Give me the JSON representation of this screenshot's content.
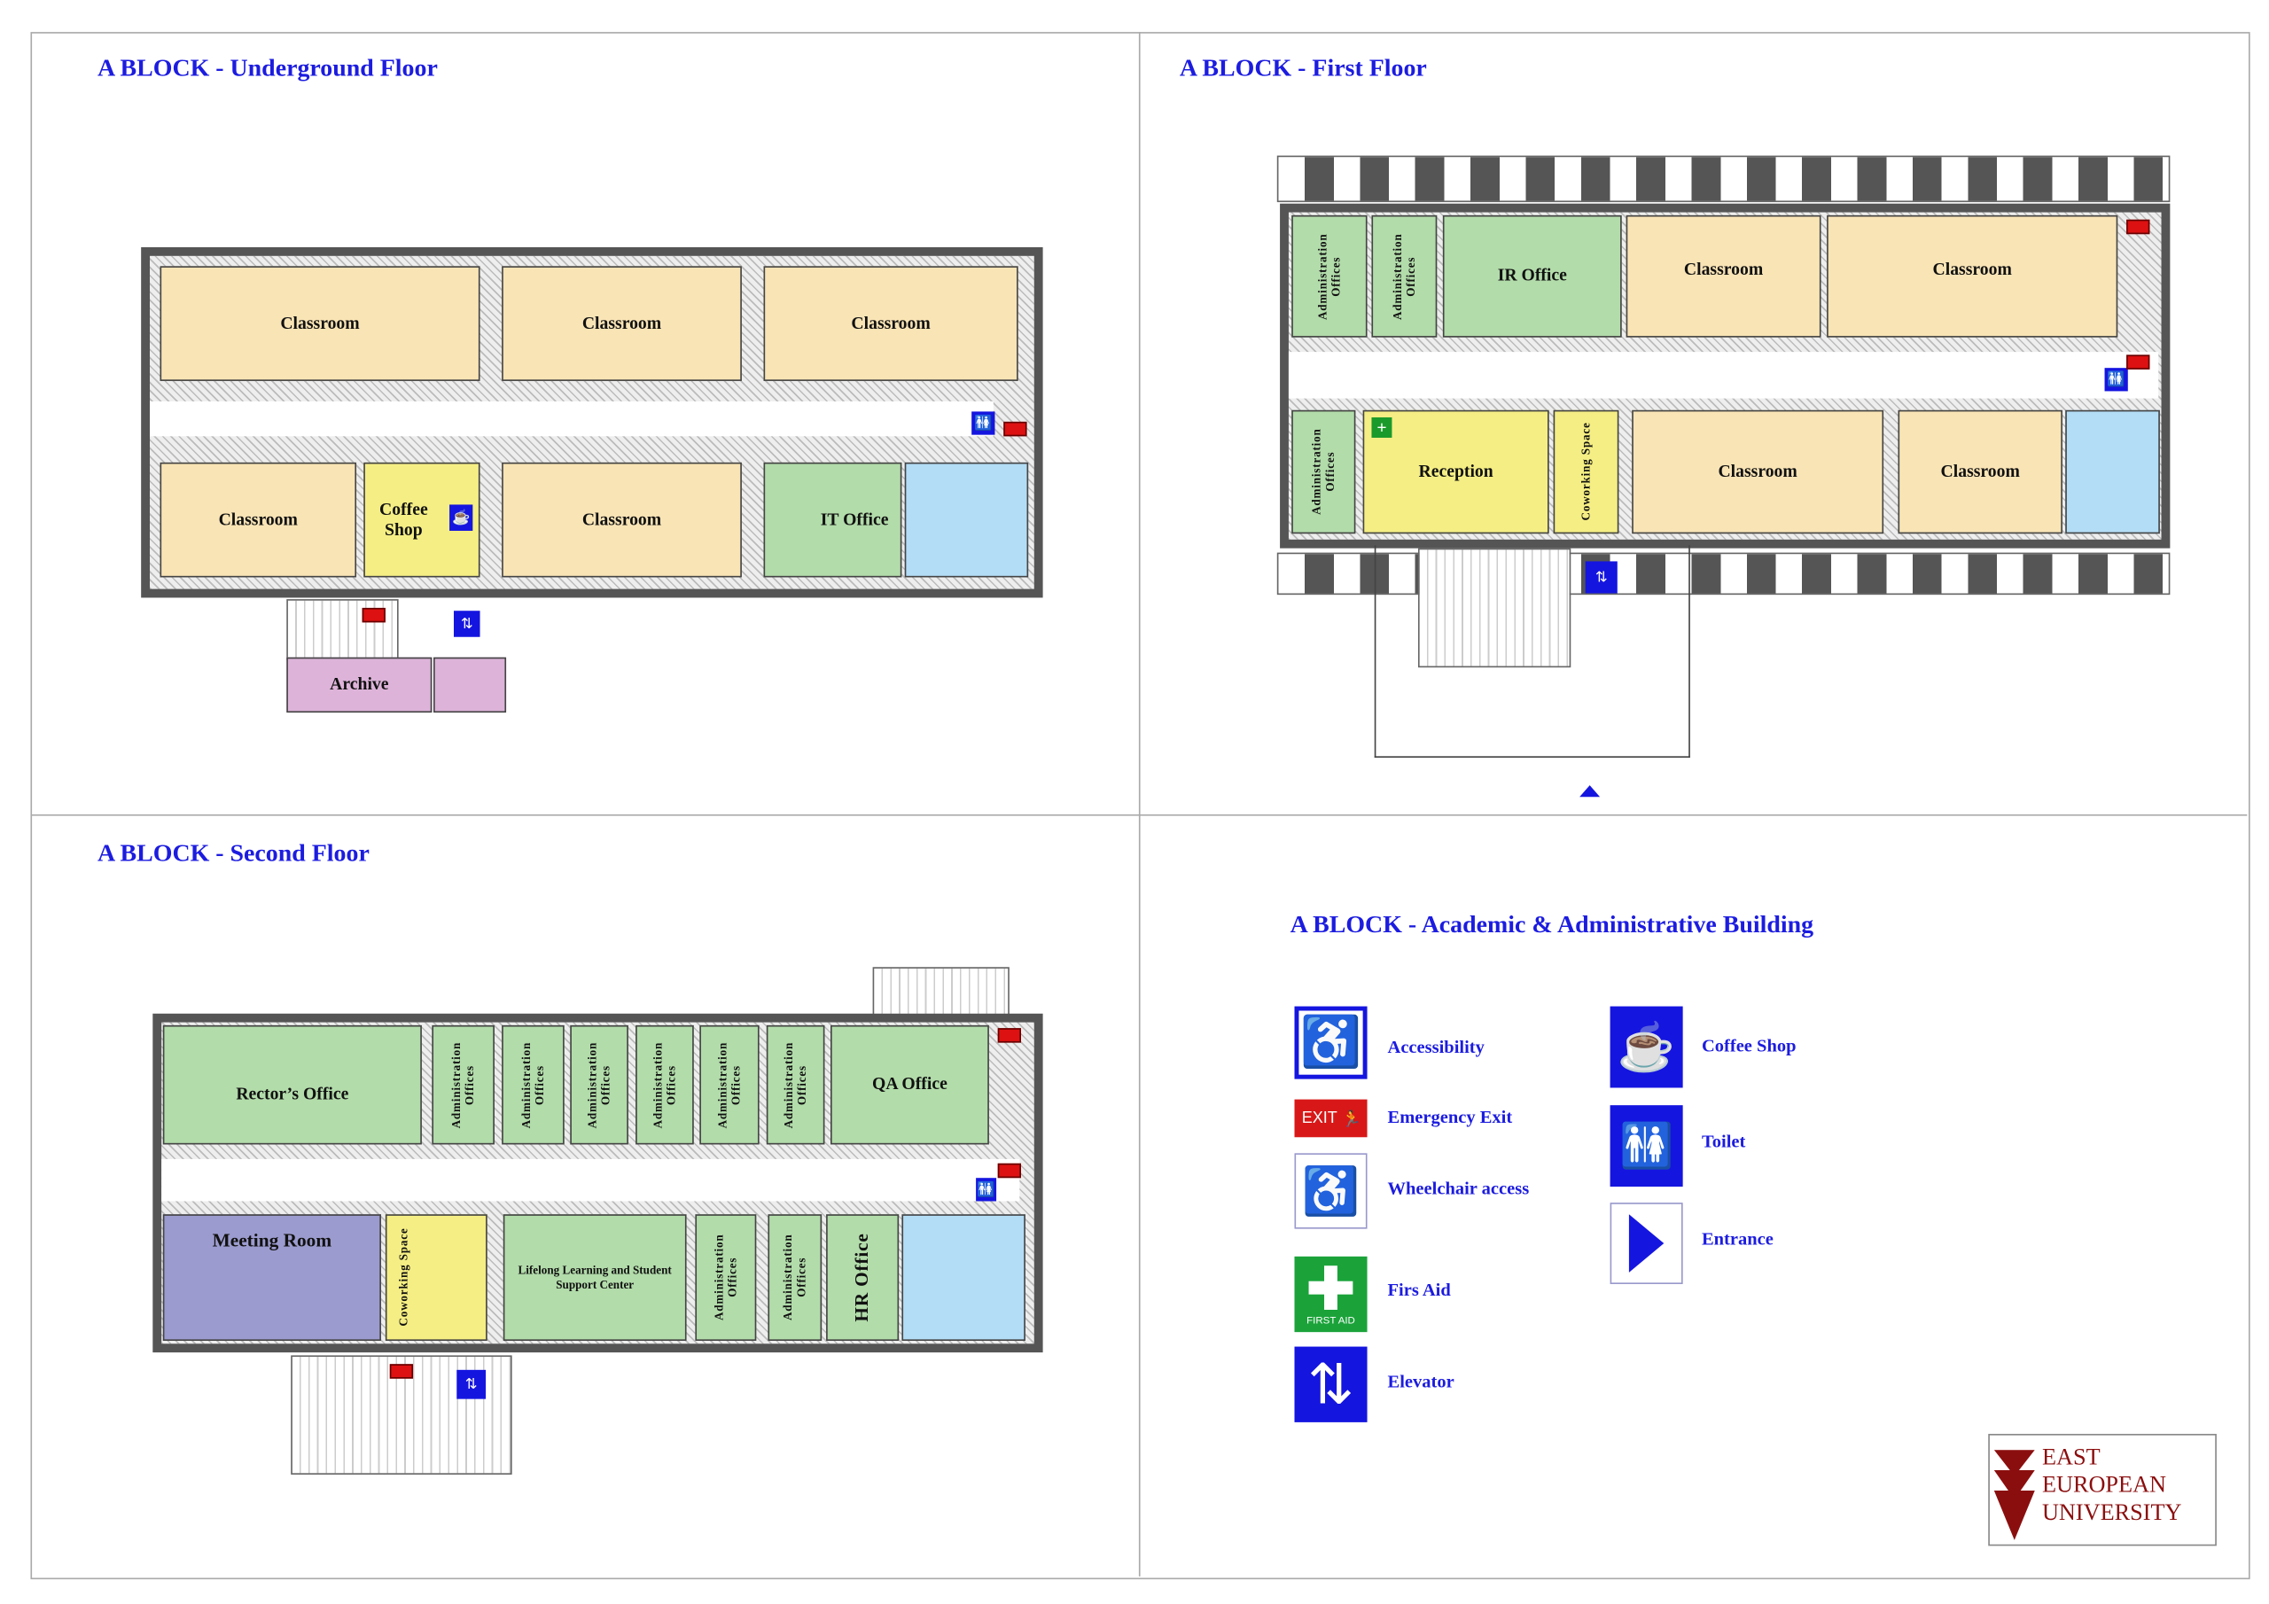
{
  "panels": {
    "underground": {
      "title": "A BLOCK - Underground Floor",
      "rooms": {
        "classroom": "Classroom",
        "coffee": "Coffee Shop",
        "it": "IT Office",
        "archive": "Archive"
      }
    },
    "first": {
      "title": "A BLOCK - First Floor",
      "rooms": {
        "admin": "Administration Offices",
        "ir": "IR Office",
        "classroom": "Classroom",
        "reception": "Reception",
        "coworking": "Coworking Space"
      }
    },
    "second": {
      "title": "A BLOCK - Second Floor",
      "rooms": {
        "rector": "Rector’s Office",
        "admin": "Administration Offices",
        "qa": "QA Office",
        "meeting": "Meeting Room",
        "coworking": "Coworking Space",
        "lifelong": "Lifelong Learning and Student Support Center",
        "hr": "HR Office"
      }
    }
  },
  "legend": {
    "title": "A BLOCK - Academic & Administrative Building",
    "items": [
      {
        "icon": "accessibility-icon",
        "label": "Accessibility"
      },
      {
        "icon": "emergency-exit-icon",
        "label": "Emergency Exit",
        "sign_text": "EXIT"
      },
      {
        "icon": "wheelchair-access-icon",
        "label": "Wheelchair access"
      },
      {
        "icon": "first-aid-icon",
        "label": "Firs Aid",
        "sign_text": "FIRST AID"
      },
      {
        "icon": "elevator-icon",
        "label": "Elevator"
      },
      {
        "icon": "coffee-shop-icon",
        "label": "Coffee Shop"
      },
      {
        "icon": "toilet-icon",
        "label": "Toilet"
      },
      {
        "icon": "entrance-icon",
        "label": "Entrance"
      }
    ]
  },
  "logo": {
    "lines": [
      "EAST",
      "EUROPEAN",
      "UNIVERSITY"
    ]
  },
  "colors": {
    "title": "#1c1ce0",
    "classroom": "#f9e4b5",
    "office": "#b2dcaa",
    "coworking": "#f5ee84",
    "toilet": "#b3ddf6",
    "archive": "#ddb3d9",
    "meeting": "#9b9bcf",
    "logo": "#8b0e0e"
  }
}
